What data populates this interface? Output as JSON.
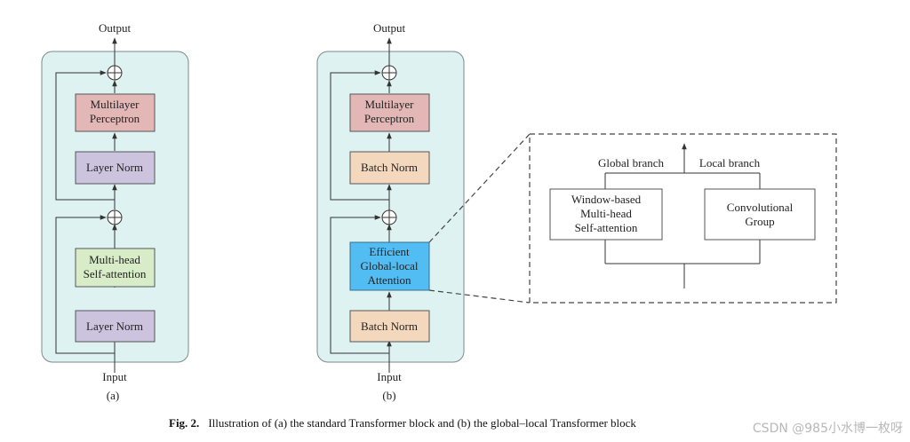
{
  "colors": {
    "panel": "#dff2f2",
    "mlp": "#e4b7b7",
    "layer_norm": "#ccc3de",
    "attention": "#d8edc7",
    "batch_norm": "#f4d8be",
    "efficient": "#52bdf2",
    "white_box": "#ffffff"
  },
  "panel_a": {
    "output": "Output",
    "input": "Input",
    "mlp": [
      "Multilayer",
      "Perceptron"
    ],
    "norm_top": "Layer Norm",
    "attention": [
      "Multi-head",
      "Self-attention"
    ],
    "norm_bottom": "Layer Norm",
    "tag": "(a)"
  },
  "panel_b": {
    "output": "Output",
    "input": "Input",
    "mlp": [
      "Multilayer",
      "Perceptron"
    ],
    "norm_top": "Batch Norm",
    "attention": [
      "Efficient",
      "Global-local",
      "Attention"
    ],
    "norm_bottom": "Batch Norm",
    "tag": "(b)"
  },
  "detail": {
    "global_branch": "Global branch",
    "local_branch": "Local branch",
    "window_attention": [
      "Window-based",
      "Multi-head",
      "Self-attention"
    ],
    "conv_group": [
      "Convolutional",
      "Group"
    ]
  },
  "caption": {
    "prefix": "Fig. 2.",
    "text": "Illustration of (a) the standard Transformer block and (b) the global–local Transformer block"
  },
  "watermark": "CSDN @985小水博一枚呀"
}
